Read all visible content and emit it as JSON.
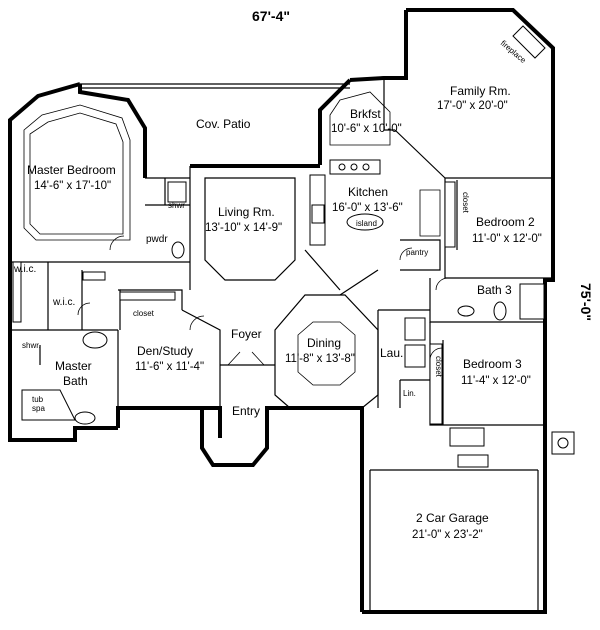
{
  "overall": {
    "width": "67'-4\"",
    "depth": "75'-0\""
  },
  "rooms": {
    "family": {
      "name": "Family Rm.",
      "size": "17'-0\" x 20'-0\""
    },
    "fireplace": "fireplace",
    "brkfst": {
      "name": "Brkfst",
      "size": "10'-6\" x 10'-0\""
    },
    "patio": {
      "name": "Cov. Patio"
    },
    "master_bedroom": {
      "name": "Master Bedroom",
      "size": "14'-6\" x 17'-10\""
    },
    "kitchen": {
      "name": "Kitchen",
      "size": "16'-0\" x 13'-6\""
    },
    "island": "island",
    "living": {
      "name": "Living Rm.",
      "size": "13'-10\" x 14'-9\""
    },
    "bedroom2": {
      "name": "Bedroom 2",
      "size": "11'-0\" x 12'-0\""
    },
    "pantry": "pantry",
    "pwdr": "pwdr",
    "shwr_small": "shwr",
    "wic_left": "w.i.c.",
    "wic_right": "w.i.c.",
    "closet": "closet",
    "closet_b2": "closet",
    "closet_b3": "closet",
    "bath3": {
      "name": "Bath 3"
    },
    "foyer": {
      "name": "Foyer"
    },
    "den": {
      "name": "Den/Study",
      "size": "11'-6\" x 11'-4\""
    },
    "dining": {
      "name": "Dining",
      "size": "11'-8\" x 13'-8\""
    },
    "lau": {
      "name": "Lau."
    },
    "lin": "Lin.",
    "bedroom3": {
      "name": "Bedroom 3",
      "size": "11'-4\" x 12'-0\""
    },
    "master_bath": {
      "name": "Master",
      "name2": "Bath"
    },
    "shwr_master": "shwr.",
    "tub": "tub",
    "spa": "spa",
    "entry": {
      "name": "Entry"
    },
    "garage": {
      "name": "2 Car Garage",
      "size": "21'-0\" x 23'-2\""
    }
  }
}
